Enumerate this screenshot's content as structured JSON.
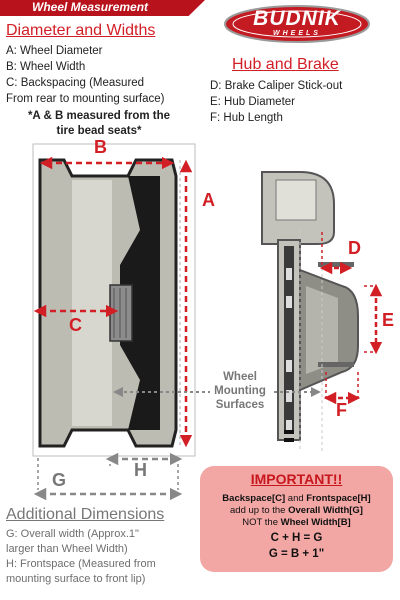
{
  "banner": {
    "title": "Wheel Measurement"
  },
  "logo": {
    "brand": "BUDNIK",
    "sub": "WHEELS"
  },
  "left": {
    "heading": "Diameter and Widths",
    "items": [
      "A: Wheel Diameter",
      "B: Wheel Width",
      "C: Backspacing (Measured",
      "From rear to mounting surface)"
    ],
    "note_line1": "*A & B measured from the",
    "note_line2": "tire bead seats*"
  },
  "right": {
    "heading": "Hub and Brake",
    "items": [
      "D: Brake Caliper Stick-out",
      "E: Hub Diameter",
      "F: Hub Length"
    ]
  },
  "labels": {
    "a": "A",
    "b": "B",
    "c": "C",
    "d": "D",
    "e": "E",
    "f": "F",
    "g": "G",
    "h": "H"
  },
  "mounting": {
    "line1": "Wheel",
    "line2": "Mounting",
    "line3": "Surfaces"
  },
  "additional": {
    "heading": "Additional Dimensions",
    "lines": [
      "G: Overall width (Approx.1\"",
      "larger than Wheel Width)",
      "H: Frontspace (Measured from",
      "mounting surface to front lip)"
    ]
  },
  "important": {
    "title": "IMPORTANT!!",
    "line1_a": "Backspace[C]",
    "line1_b": " and ",
    "line1_c": "Frontspace[H]",
    "line2_a": "add up to the ",
    "line2_b": "Overall Width[G]",
    "line3_a": "NOT the ",
    "line3_b": "Wheel Width[B]",
    "eq1": "C + H = G",
    "eq2": "G = B + 1\""
  },
  "colors": {
    "accent": "#d21f26",
    "banner": "#b8121c",
    "note_bg": "#f2a7a5"
  }
}
